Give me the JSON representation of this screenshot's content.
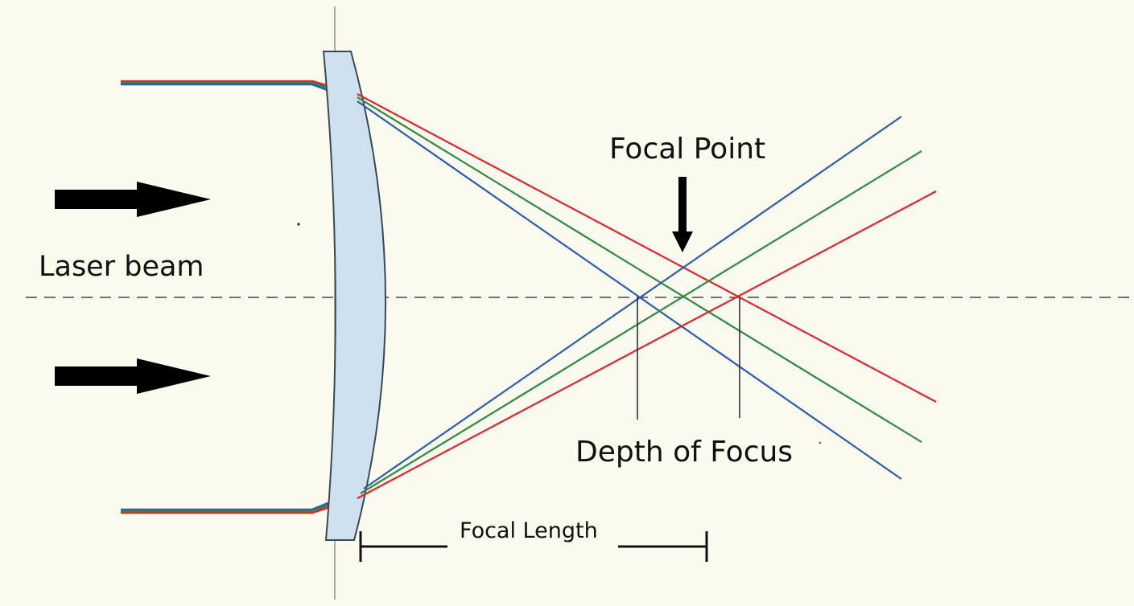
{
  "labels": {
    "laser_beam": "Laser beam",
    "focal_point": "Focal Point",
    "depth_of_focus": "Depth of Focus",
    "focal_length": "Focal Length"
  },
  "colors": {
    "background": "#fbfaef",
    "ray_red": "#e3262b",
    "ray_green": "#2e8b3e",
    "ray_blue": "#2c5bb3",
    "beam_edge": "#3a6f86",
    "lens_fill": "#cfe0ee",
    "lens_stroke": "#3a4a55",
    "axis": "#444444",
    "arrow": "#000000"
  },
  "rays": [
    "red",
    "green",
    "blue"
  ]
}
